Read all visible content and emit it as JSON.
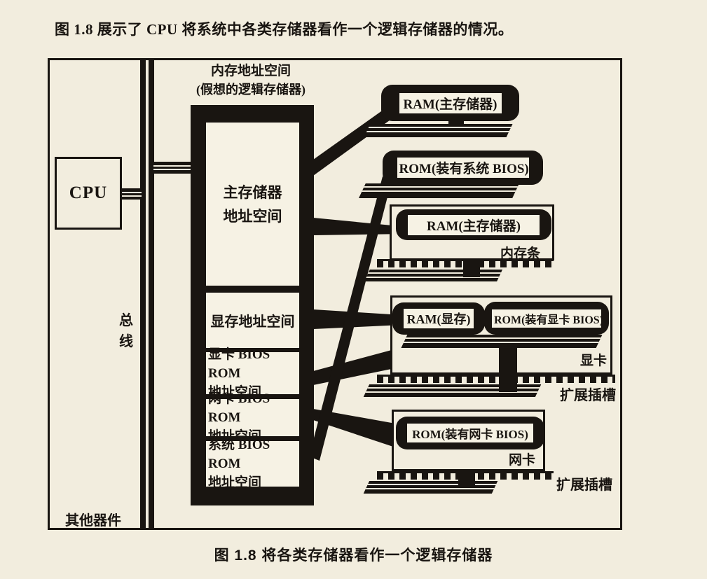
{
  "page": {
    "intro_text": "图 1.8 展示了 CPU 将系统中各类存储器看作一个逻辑存储器的情况。",
    "caption": "图 1.8  将各类存储器看作一个逻辑存储器",
    "colors": {
      "paper": "#f2edde",
      "ink": "#191511",
      "label_bg": "#f6f2e4"
    }
  },
  "diagram": {
    "cpu_label": "CPU",
    "bus_label": "总线",
    "other_devices_label": "其他器件",
    "memory_space": {
      "title_line1": "内存地址空间",
      "title_line2": "(假想的逻辑存储器)",
      "sections": [
        {
          "lines": [
            "主存储器",
            "地址空间"
          ]
        },
        {
          "lines": [
            "显存地址空间"
          ]
        },
        {
          "lines": [
            "显卡 BIOS ROM",
            "地址空间"
          ]
        },
        {
          "lines": [
            "网卡 BIOS ROM",
            "地址空间"
          ]
        },
        {
          "lines": [
            "系统 BIOS ROM",
            "地址空间"
          ]
        }
      ]
    },
    "devices": [
      {
        "label": "RAM(主存储器)"
      },
      {
        "label": "ROM(装有系统 BIOS)"
      },
      {
        "board_label": "内存条",
        "chips": [
          {
            "label": "RAM(主存储器)"
          }
        ]
      },
      {
        "board_label": "显卡",
        "slot_label": "扩展插槽",
        "chips": [
          {
            "label": "RAM(显存)"
          },
          {
            "label": "ROM(装有显卡 BIOS)"
          }
        ]
      },
      {
        "board_label": "网卡",
        "slot_label": "扩展插槽",
        "chips": [
          {
            "label": "ROM(装有网卡 BIOS)"
          }
        ]
      }
    ],
    "connections": [
      {
        "from": "主存储器地址空间",
        "to": "RAM(主存储器)"
      },
      {
        "from": "主存储器地址空间",
        "to": "RAM(主存储器) 内存条"
      },
      {
        "from": "显存地址空间",
        "to": "RAM(显存)"
      },
      {
        "from": "显卡 BIOS ROM 地址空间",
        "to": "ROM(装有显卡 BIOS)"
      },
      {
        "from": "网卡 BIOS ROM 地址空间",
        "to": "ROM(装有网卡 BIOS)"
      },
      {
        "from": "系统 BIOS ROM 地址空间",
        "to": "ROM(装有系统 BIOS)"
      }
    ]
  }
}
